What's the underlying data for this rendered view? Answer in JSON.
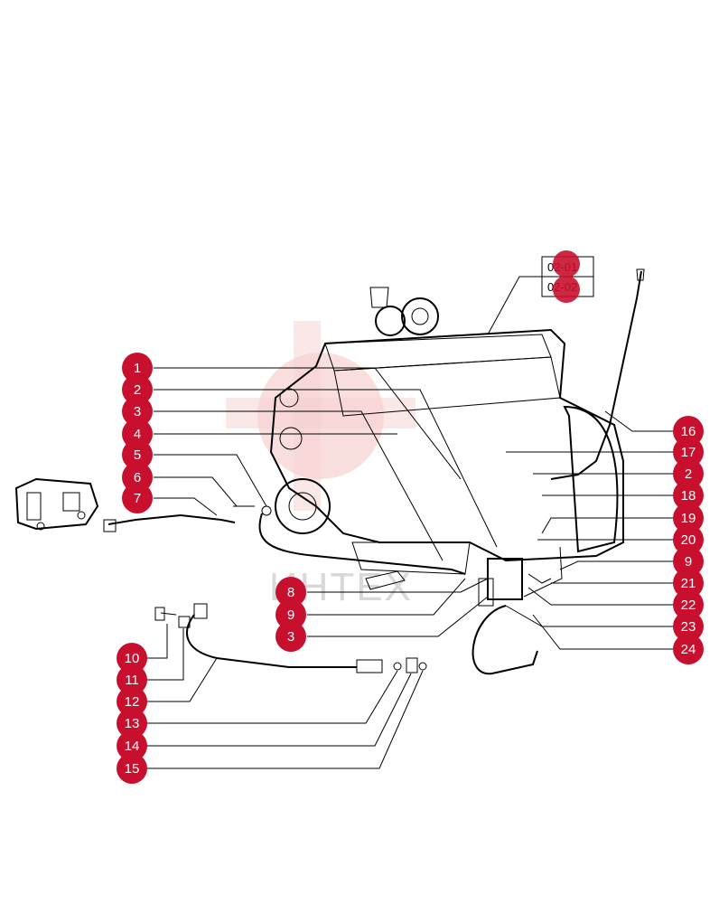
{
  "watermark": {
    "text": "ИНТЕХ",
    "logo_color": "#f4c6c6"
  },
  "colors": {
    "callout_fill": "#c8102e",
    "callout_text": "#ffffff",
    "line": "#000000"
  },
  "references": [
    "02-01",
    "02-02"
  ],
  "callouts": {
    "c1": "1",
    "c2a": "2",
    "c3a": "3",
    "c4": "4",
    "c5": "5",
    "c6": "6",
    "c7": "7",
    "c8": "8",
    "c9a": "9",
    "c3b": "3",
    "c10": "10",
    "c11": "11",
    "c12": "12",
    "c13": "13",
    "c14": "14",
    "c15": "15",
    "c16": "16",
    "c17": "17",
    "c2b": "2",
    "c18": "18",
    "c19": "19",
    "c20": "20",
    "c9b": "9",
    "c21": "21",
    "c22": "22",
    "c23": "23",
    "c24": "24"
  }
}
